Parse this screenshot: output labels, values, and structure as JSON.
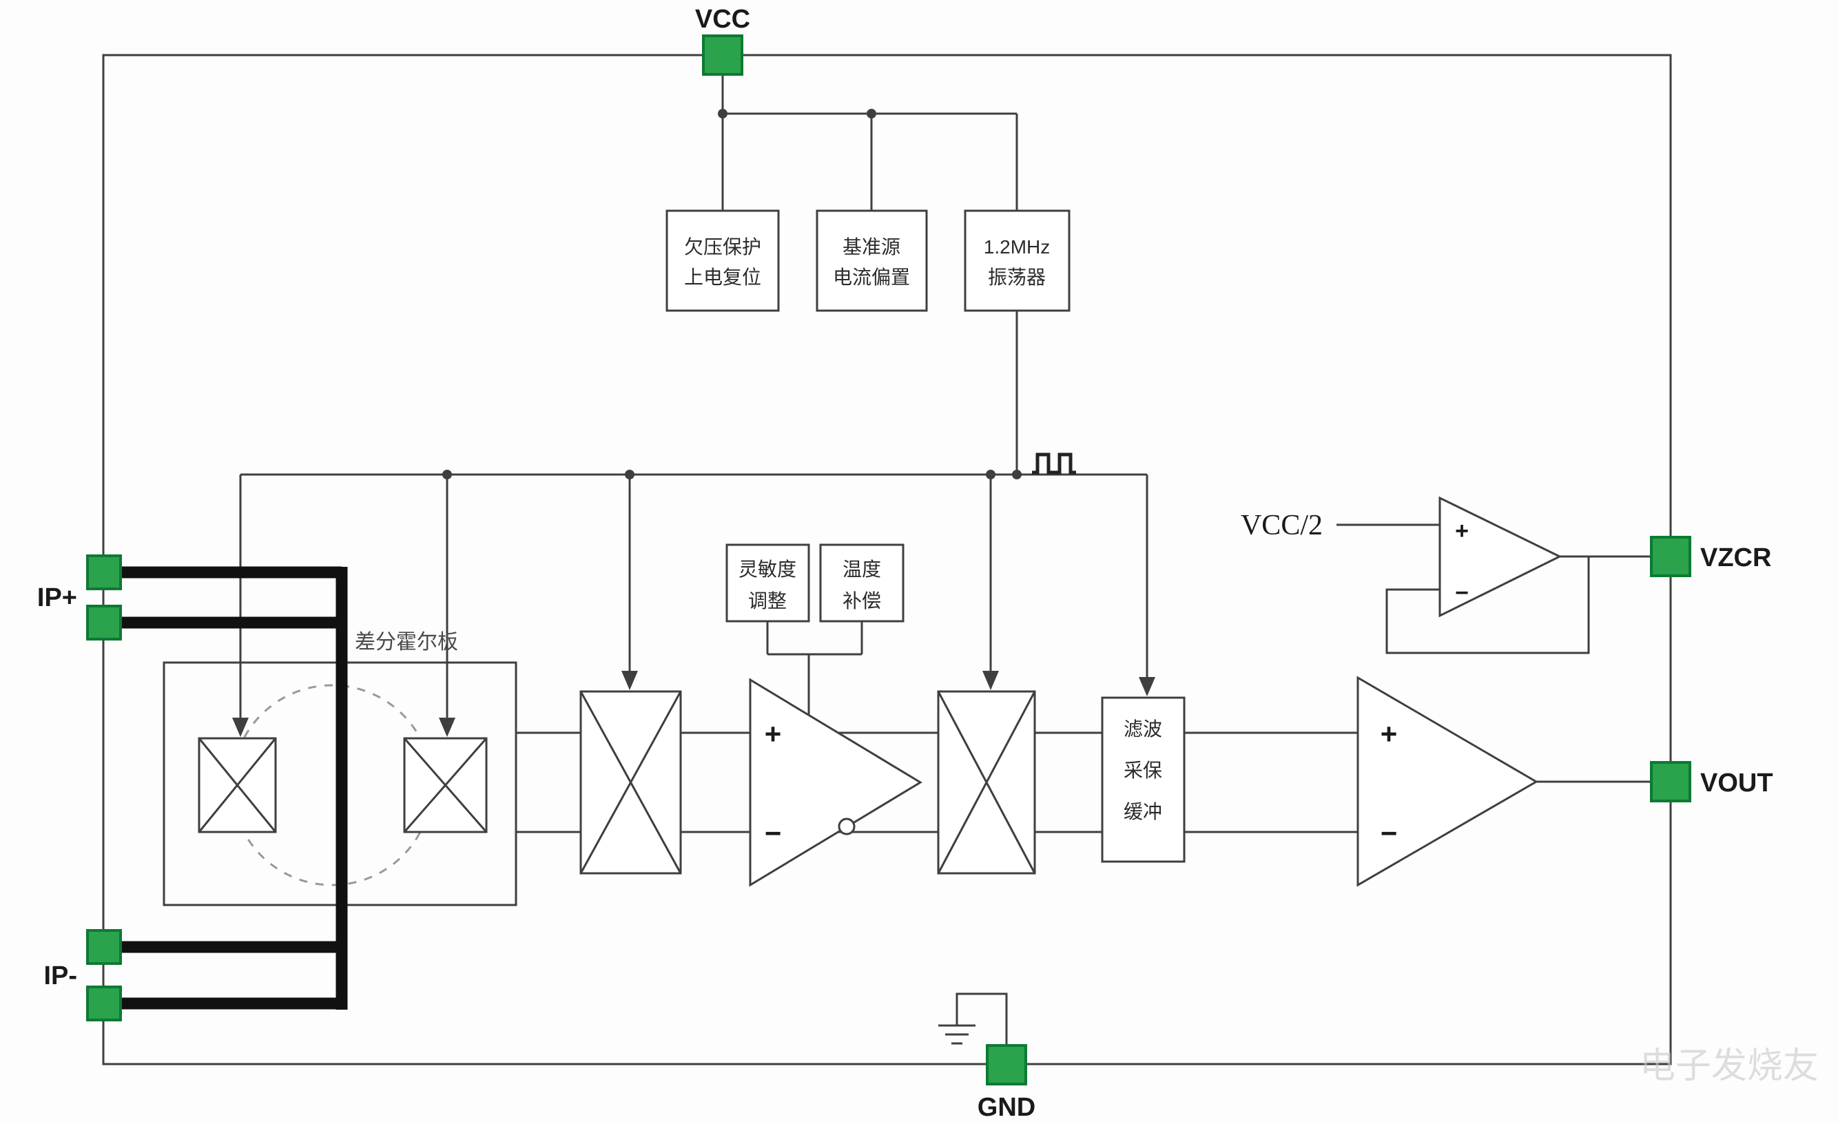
{
  "diagram": {
    "pins": {
      "vcc": {
        "label": "VCC"
      },
      "gnd": {
        "label": "GND"
      },
      "ip_plus": {
        "label": "IP+"
      },
      "ip_minus": {
        "label": "IP-"
      },
      "vzcr": {
        "label": "VZCR"
      },
      "vout": {
        "label": "VOUT"
      }
    },
    "blocks": {
      "uvlo_por": {
        "line1": "欠压保护",
        "line2": "上电复位"
      },
      "ref_bias": {
        "line1": "基准源",
        "line2": "电流偏置"
      },
      "oscillator": {
        "line1": "1.2MHz",
        "line2": "振荡器"
      },
      "sensitivity": {
        "line1": "灵敏度",
        "line2": "调整"
      },
      "temp_comp": {
        "line1": "温度",
        "line2": "补偿"
      },
      "filter_sh_buffer": {
        "line1": "滤波",
        "line2": "采保",
        "line3": "缓冲"
      }
    },
    "labels": {
      "hall_plate": "差分霍尔板",
      "vcc_half": "VCC/2",
      "plus": "+",
      "minus": "−"
    },
    "colors": {
      "pin_fill": "#2BA24C",
      "pin_stroke": "#0D7A33",
      "wire": "#3F3F3F",
      "conductor": "#111111"
    },
    "watermark": "电子发烧友"
  }
}
